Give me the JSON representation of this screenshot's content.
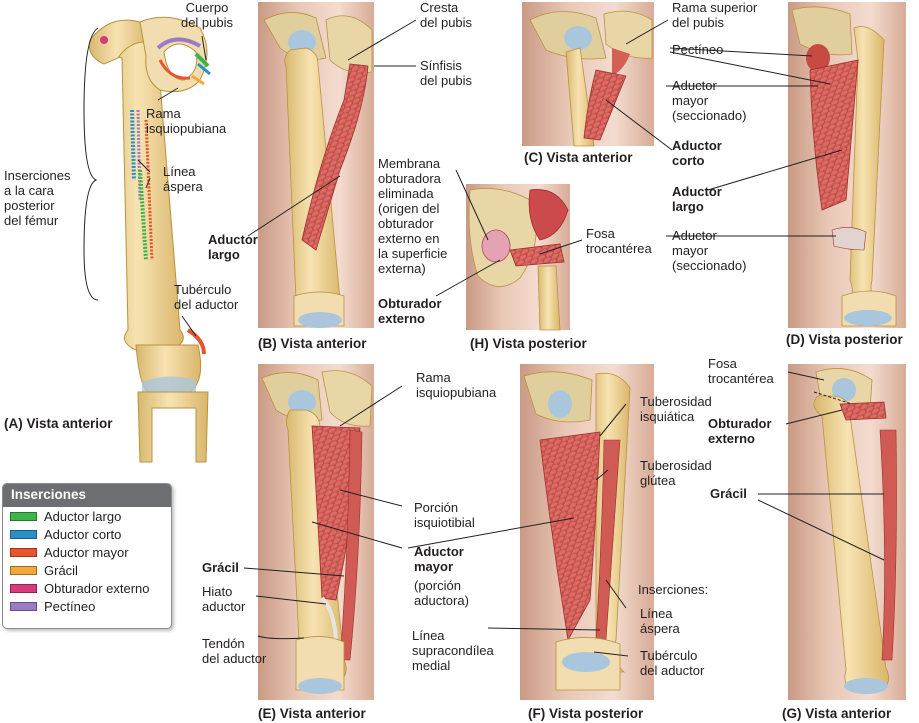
{
  "colors": {
    "aductor_largo": "#3db34a",
    "aductor_corto": "#2a8fc9",
    "aductor_mayor": "#e8542b",
    "gracil": "#f2a83b",
    "obturador_externo": "#d93b7a",
    "pectineo": "#9b7bc6"
  },
  "panels": {
    "A": {
      "caption": "(A) Vista anterior",
      "cuerpo_pubis": [
        "Cuerpo",
        "del pubis"
      ],
      "rama_isquiopubiana": [
        "Rama",
        "isquiopubiana"
      ],
      "linea_aspera": [
        "Línea",
        "áspera"
      ],
      "inserciones": [
        "Inserciones",
        "a la cara",
        "posterior",
        "del fémur"
      ],
      "tuberculo": [
        "Tubérculo",
        "del aductor"
      ]
    },
    "B": {
      "caption": "(B) Vista anterior",
      "cresta": [
        "Cresta",
        "del pubis"
      ],
      "sinfisis": [
        "Sínfisis",
        "del pubis"
      ],
      "aductor_largo": [
        "Aductor",
        "largo"
      ]
    },
    "C": {
      "caption": "(C) Vista anterior",
      "rama_superior": [
        "Rama superior",
        "del pubis"
      ],
      "pectineo": "Pectíneo",
      "aductor_mayor": [
        "Aductor",
        "mayor",
        "(seccionado)"
      ],
      "aductor_corto": [
        "Aductor",
        "corto"
      ],
      "aductor_largo": [
        "Aductor",
        "largo"
      ]
    },
    "D": {
      "caption": "(D) Vista posterior",
      "aductor_mayor": [
        "Aductor",
        "mayor",
        "(seccionado)"
      ]
    },
    "H": {
      "caption": "(H) Vista posterior",
      "membrana": [
        "Membrana",
        "obturadora",
        "eliminada",
        "(origen del",
        "obturador",
        "externo en",
        "la superficie",
        "externa)"
      ],
      "fosa": [
        "Fosa",
        "trocantérea"
      ],
      "obturador": [
        "Obturador",
        "externo"
      ]
    },
    "E": {
      "caption": "(E) Vista anterior",
      "rama_isquiopubiana": [
        "Rama",
        "isquiopubiana"
      ],
      "porcion_isquiotibial": [
        "Porción",
        "isquiotibial"
      ],
      "aductor_mayor": [
        "Aductor",
        "mayor"
      ],
      "porcion_aductora": [
        "(porción",
        "aductora)"
      ],
      "gracil": "Grácil",
      "hiato": [
        "Hiato",
        "aductor"
      ],
      "tendon": [
        "Tendón",
        "del aductor"
      ]
    },
    "F": {
      "caption": "(F) Vista posterior",
      "tuberosidad_isquiatica": [
        "Tuberosidad",
        "isquiática"
      ],
      "tuberosidad_glutea": [
        "Tuberosidad",
        "glútea"
      ],
      "inserciones": "Inserciones:",
      "linea_aspera": [
        "Línea",
        "áspera"
      ],
      "linea_supracondilea": [
        "Línea",
        "supracondílea",
        "medial"
      ],
      "tuberculo": [
        "Tubérculo",
        "del aductor"
      ]
    },
    "G": {
      "caption": "(G) Vista anterior",
      "fosa": [
        "Fosa",
        "trocantérea"
      ],
      "obturador": [
        "Obturador",
        "externo"
      ],
      "gracil": "Grácil"
    }
  },
  "legend": {
    "title": "Inserciones",
    "items": [
      {
        "label": "Aductor largo",
        "color": "#3db34a"
      },
      {
        "label": "Aductor corto",
        "color": "#2a8fc9"
      },
      {
        "label": "Aductor mayor",
        "color": "#e8542b"
      },
      {
        "label": "Grácil",
        "color": "#f2a83b"
      },
      {
        "label": "Obturador externo",
        "color": "#d93b7a"
      },
      {
        "label": "Pectíneo",
        "color": "#9b7bc6"
      }
    ]
  }
}
